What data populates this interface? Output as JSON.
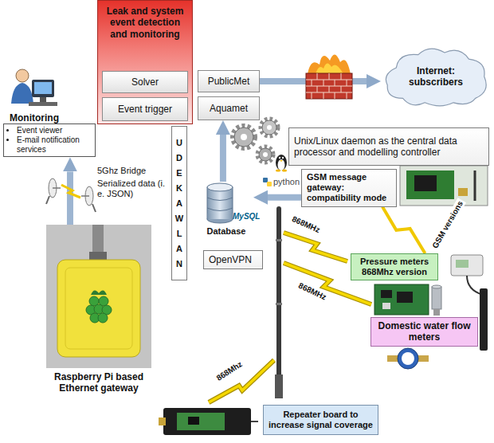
{
  "diagram": {
    "nodes": [
      {
        "text": [
          "Leak and system event detection and monitoring"
        ]
      },
      {
        "text": [
          "Solver"
        ],
        "in": 0
      },
      {
        "text": [
          "Event trigger"
        ],
        "in": 0
      },
      {
        "text": [
          "PublicMet"
        ]
      },
      {
        "text": [
          "Aquamet"
        ]
      },
      {
        "text": [
          "Internet: subscribers"
        ]
      },
      {
        "text": [
          "Monitoring",
          "Event viewer",
          "E-mail notification services"
        ]
      },
      {
        "text": [
          "Unix/Linux daemon as the central data processor and modelling controller"
        ]
      },
      {
        "text": [
          "UDEKA WLAN"
        ]
      },
      {
        "text": [
          "OpenVPN"
        ]
      },
      {
        "text": [
          "Database"
        ]
      },
      {
        "text": [
          "GSM message gateway: compatibility mode"
        ]
      },
      {
        "text": [
          "Pressure meters 868Mhz version"
        ]
      },
      {
        "text": [
          "Domestic water flow meters"
        ]
      },
      {
        "text": [
          "Repeater board to increase signal coverage"
        ]
      },
      {
        "text": [
          "Raspberry Pi based Ethernet gateway"
        ]
      }
    ],
    "edges": [
      {
        "from": 15,
        "to": 6,
        "arrow": "to"
      },
      {
        "from": 3,
        "to": 5,
        "arrow": "to"
      },
      {
        "from": 10,
        "to": 4,
        "arrow": "to"
      },
      {
        "from": 11,
        "to": 10,
        "arrow": "to"
      },
      {
        "from": 12,
        "to": 11,
        "arrow": "none",
        "label": "GSM versions"
      }
    ],
    "labels": [
      "5Ghz Bridge",
      "Serialized data (i. e. JSON)",
      "python",
      "MySQL",
      "868MHz",
      "868MHz",
      "868Mhz"
    ]
  }
}
